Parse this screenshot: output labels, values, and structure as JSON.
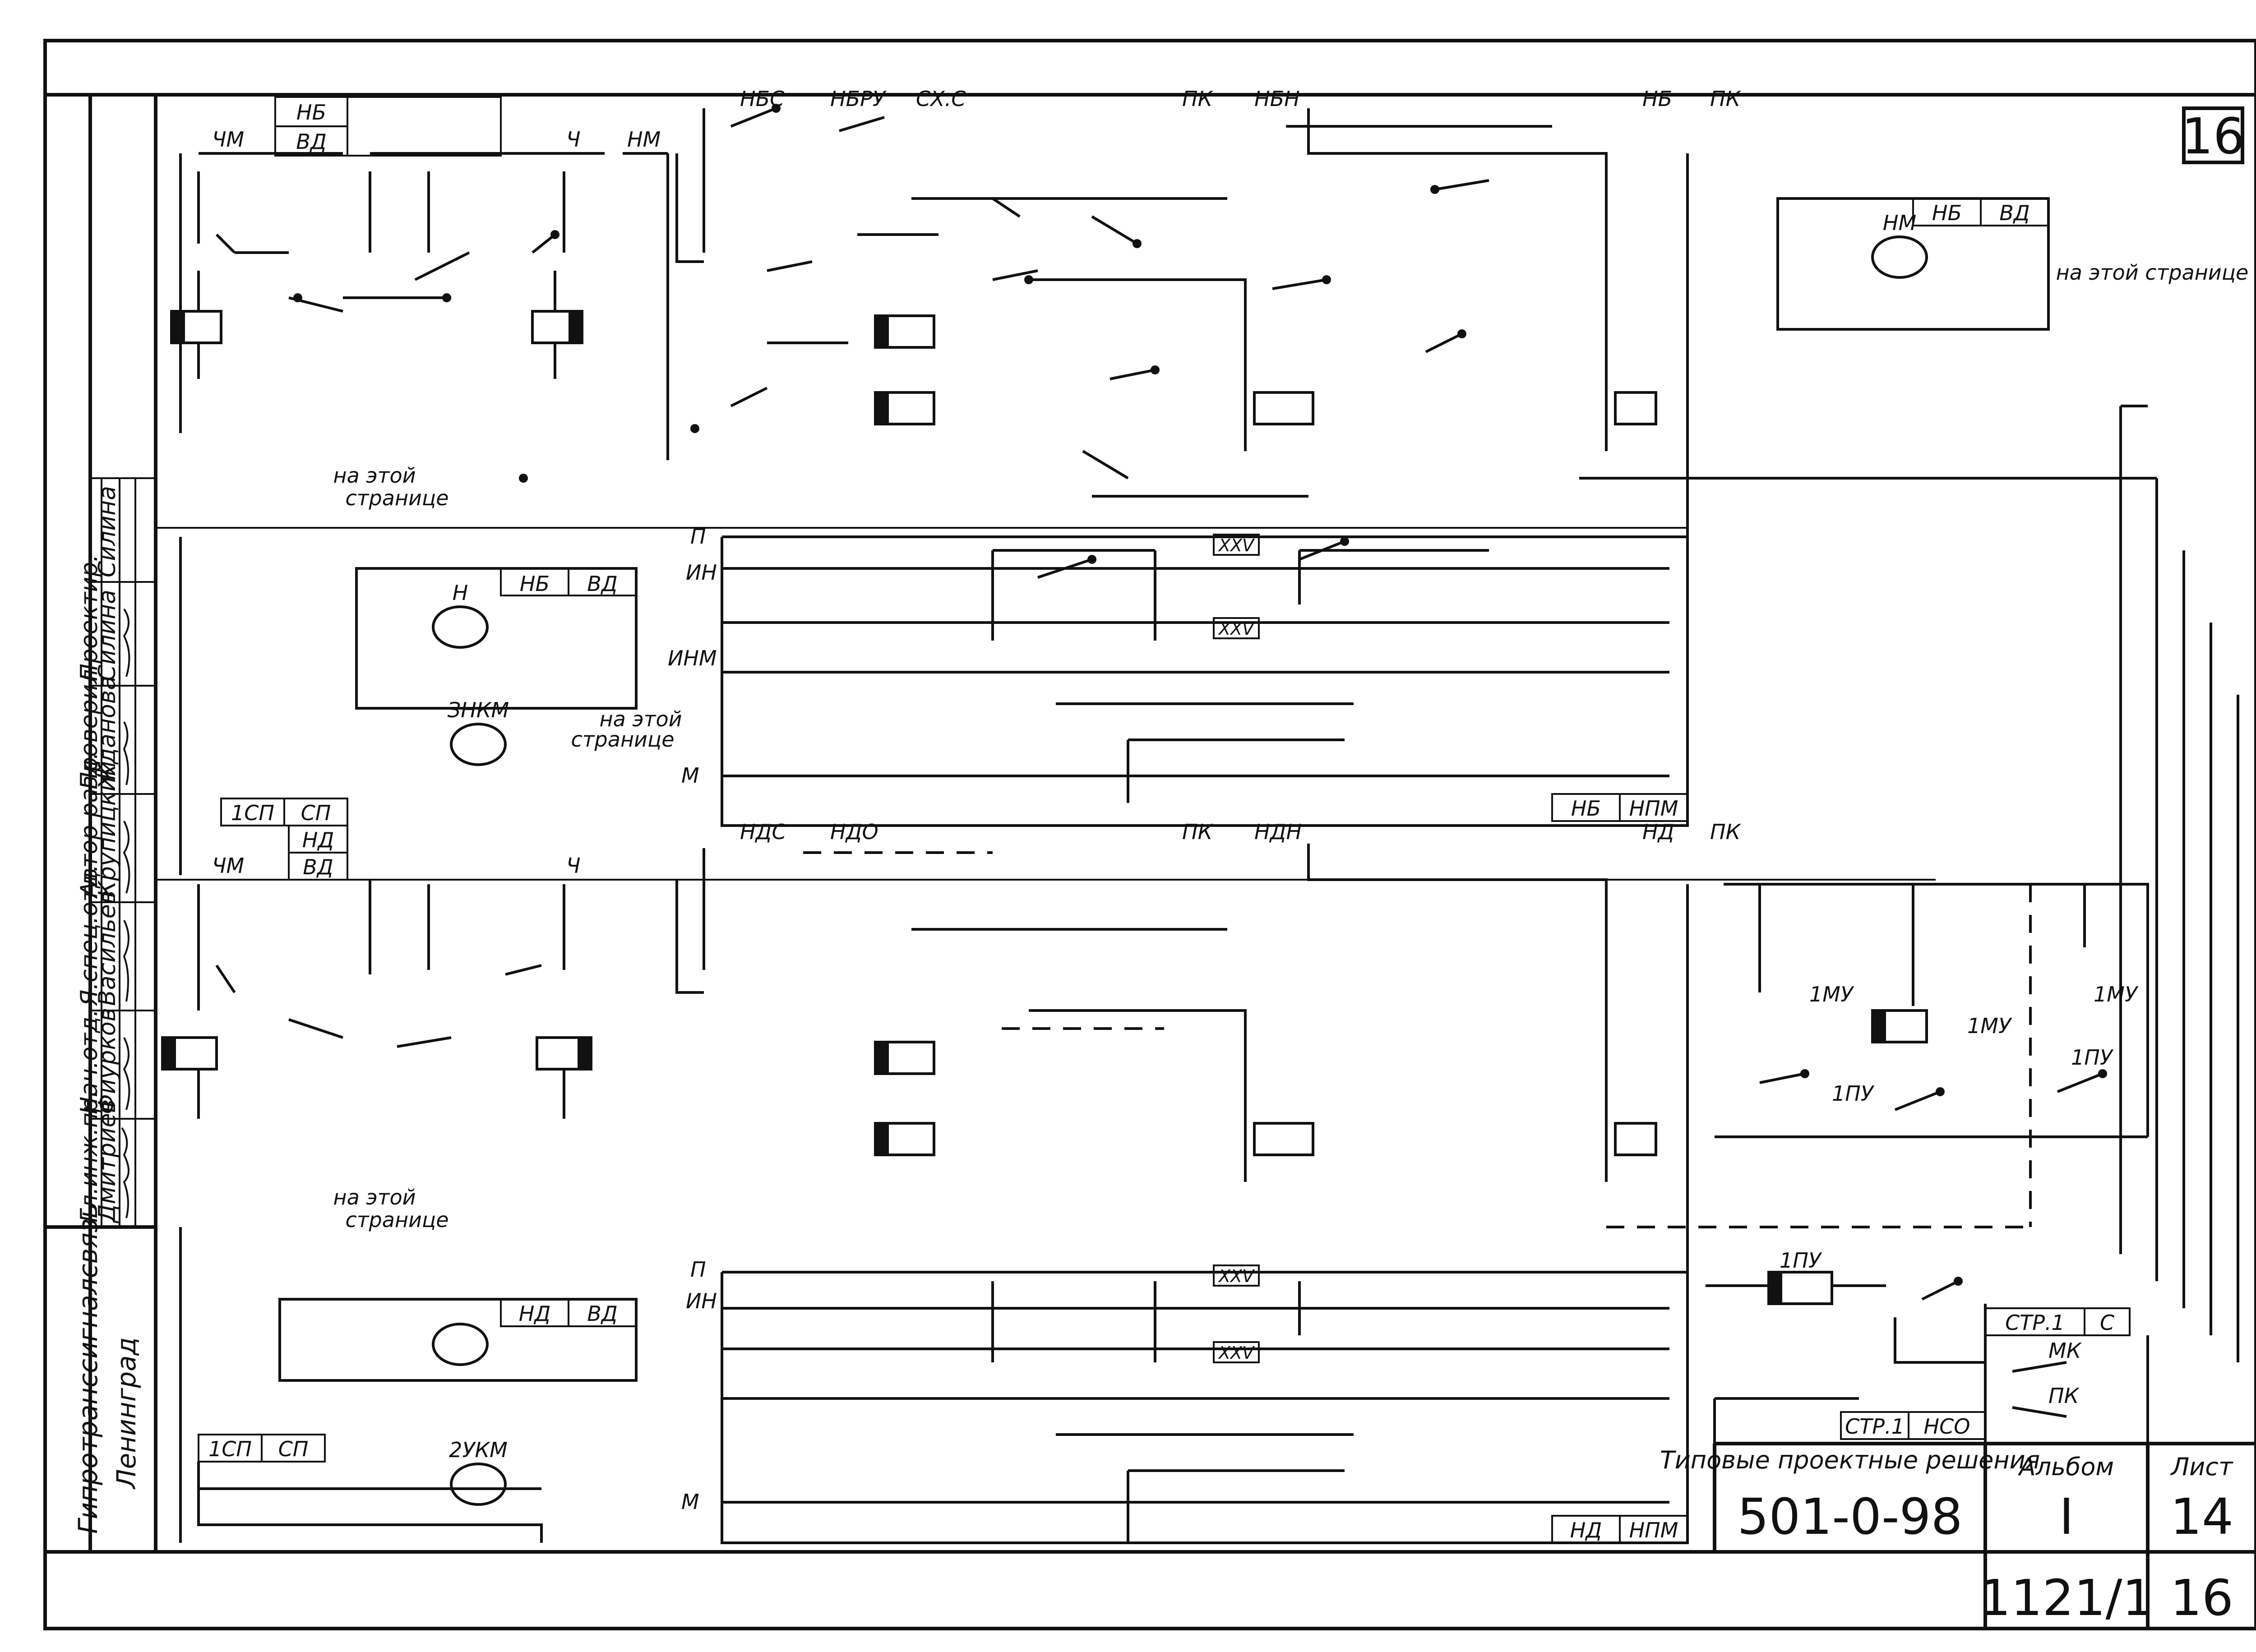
{
  "sheet": {
    "corner_sheet": "16",
    "corner_page": "16",
    "doc_code": "501-0-98",
    "doc_caption": "Типовые проектные решения",
    "album_label": "Альбом",
    "album_value": "I",
    "sheet_label": "Лист",
    "sheet_value": "14",
    "inventory": "1121/1",
    "inventory_sheet": "16",
    "org_line1": "Гипротранссигналсвязь",
    "org_line2": "Ленинград"
  },
  "stamp_rows": [
    {
      "role": "Гл.инж.пр.",
      "name": "Дмитриев"
    },
    {
      "role": "Нач.отд.",
      "name": "Фиурков"
    },
    {
      "role": "Я.спец.отд.",
      "name": "Васильев"
    },
    {
      "role": "Автор разд.",
      "name": "Крупицкий"
    },
    {
      "role": "Проверил",
      "name": "Жданова"
    },
    {
      "role": "Проектир.",
      "name": "Силина"
    },
    {
      "role": "",
      "name": "Силина"
    }
  ],
  "labels": {
    "na_etoy": "на этой",
    "stranice": "странице",
    "na_etoy_stranice": "на этой странице",
    "relay_xxv": "XXV"
  },
  "upper": {
    "top_boxes": [
      "НБ",
      "ВД",
      "НБС",
      "НБРУ",
      "СХ.С",
      "ПК",
      "НБН",
      "НБ",
      "ПК"
    ],
    "bottom_boxes": [
      "НБ",
      "НПМ"
    ],
    "lamp_box": [
      "НБ",
      "ВД"
    ],
    "signal_h": "Н",
    "signal_3nkm": "ЗНКМ",
    "wires": [
      "ЧМ",
      "Ч",
      "НМ",
      "П",
      "ИН",
      "ИНМ",
      "М",
      "1СП",
      "СП"
    ]
  },
  "lower": {
    "top_boxes": [
      "НД",
      "ВД",
      "НДС",
      "НДО",
      "ПК",
      "НДН",
      "НД",
      "ПК"
    ],
    "bottom_boxes": [
      "НД",
      "НПМ"
    ],
    "lamp_box": [
      "НД",
      "ВД"
    ],
    "signal_2ukm": "2УКМ",
    "wires": [
      "ЧМ",
      "Ч",
      "П",
      "ИН",
      "М",
      "1СП",
      "СП"
    ]
  },
  "right_block": {
    "lamp_box": [
      "НБ",
      "ВД"
    ],
    "lamp": "НМ",
    "relays": [
      "1МУ",
      "1ПУ",
      "1МУ",
      "1ПУ",
      "1МУ",
      "1ПУ"
    ],
    "boxes": [
      "СТР.1",
      "С",
      "СТР.1",
      "НСО"
    ],
    "contacts": [
      "МК",
      "ПК"
    ]
  }
}
